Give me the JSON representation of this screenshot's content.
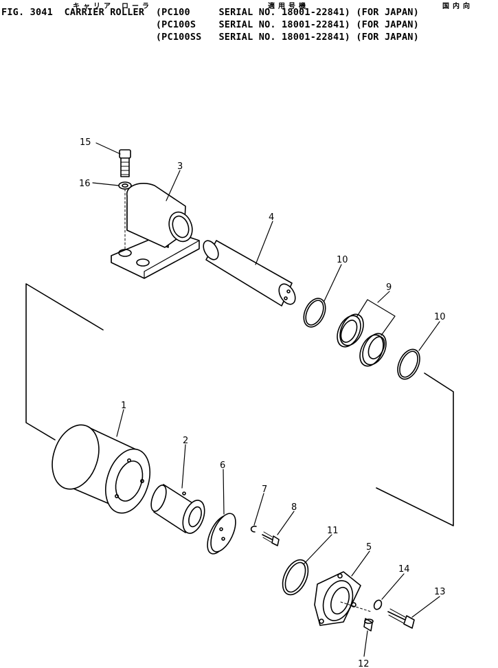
{
  "header": {
    "kana_name": "キャリア ローラ",
    "kana_applicable": "適用号機",
    "kana_destination": "国内向",
    "lines": [
      "FIG. 3041  CARRIER ROLLER  (PC100     SERIAL NO. 18001-22841) (FOR JAPAN)",
      "                           (PC100S    SERIAL NO. 18001-22841) (FOR JAPAN)",
      "                           (PC100SS   SERIAL NO. 18001-22841) (FOR JAPAN)"
    ]
  },
  "part_labels": [
    "1",
    "2",
    "3",
    "4",
    "5",
    "6",
    "7",
    "8",
    "9",
    "10",
    "10",
    "11",
    "12",
    "13",
    "14",
    "15",
    "16"
  ]
}
